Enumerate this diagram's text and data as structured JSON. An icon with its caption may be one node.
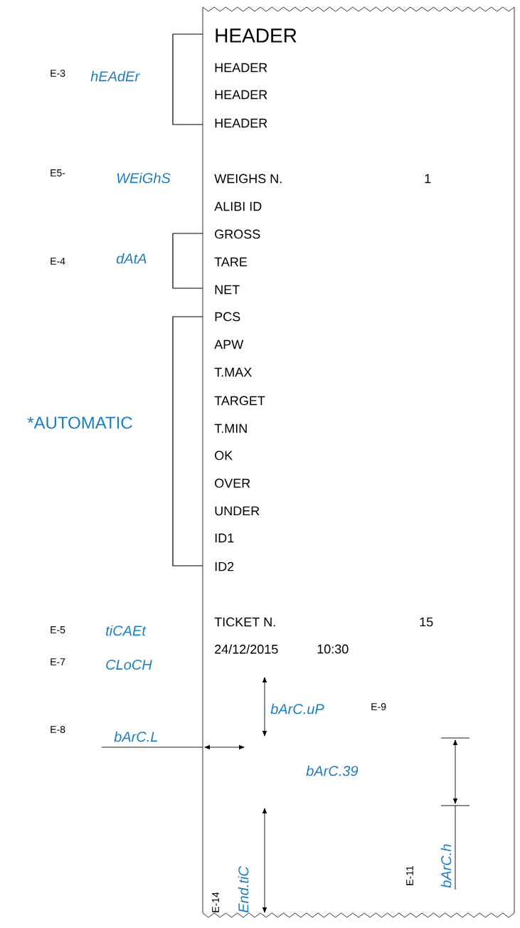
{
  "diagram": {
    "nodes": [
      {
        "text": [
          "HEADER",
          "HEADER",
          "HEADER",
          "HEADER",
          "WEIGHS N.",
          "1",
          "ALIBI ID",
          "GROSS",
          "TARE",
          "NET",
          "PCS",
          "APW",
          "T.MAX",
          "TARGET",
          "T.MIN",
          "OK",
          "OVER",
          "UNDER",
          "ID1",
          "ID2",
          "TICKET N.",
          "15",
          "24/12/2015",
          "10:30"
        ]
      }
    ],
    "labels": [
      "E-3",
      "hEAdEr",
      "E5-",
      "WEiGhS",
      "E-4",
      "dAtA",
      "*AUTOMATIC",
      "E-5",
      "tiCAEt",
      "E-7",
      "CLoCH",
      "bArC.uP",
      "E-9",
      "E-8",
      "bArC.L",
      "bArC.39",
      "E-14",
      "End.tiC",
      "E-11",
      "bArC.h"
    ]
  }
}
